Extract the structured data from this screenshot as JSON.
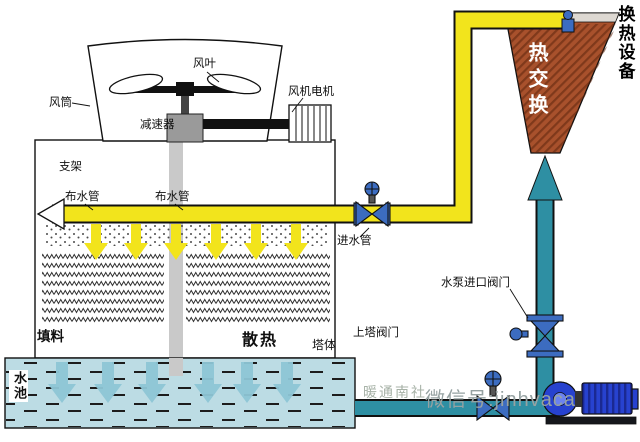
{
  "labels": {
    "fan_blade": "风叶",
    "fan_duct": "风筒",
    "reducer": "减速器",
    "fan_motor": "风机电机",
    "support": "支架",
    "water_pipe_left": "布水管",
    "water_pipe_right": "布水管",
    "inlet_pipe": "进水管",
    "fill_material": "填料",
    "heat_dissipation": "散热",
    "tower_body": "塔体",
    "water_pool": "水池",
    "to_tower_valve": "上塔阀门",
    "pump_inlet_valve": "水泵进口阀门",
    "heat_exchange": "热交换",
    "heat_exchange_equipment": "换热设备"
  },
  "watermark": {
    "brand": "暖通南社",
    "wechat_id": "微信号:jinhvaca"
  },
  "colors": {
    "hot_water_pipe": "#f2e41c",
    "cold_water_pipe": "#2e8fa3",
    "heat_exchanger": "#a8512c",
    "pool_water": "#bcdce4",
    "pool_arrow": "#8ec6d6",
    "pump": "#2742cf",
    "valve": "#3c6cc0",
    "column": "#c9c9c9"
  }
}
